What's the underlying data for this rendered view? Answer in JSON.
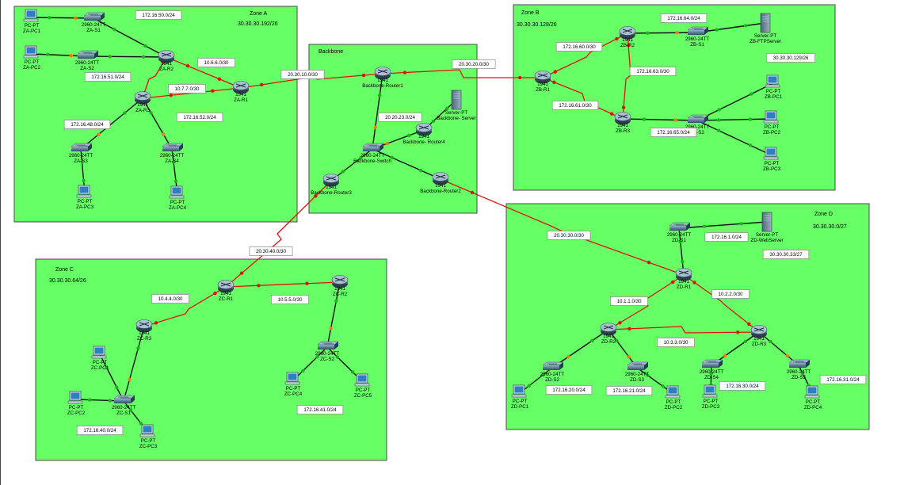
{
  "zones": [
    {
      "id": "zone-a",
      "label": "Zone A",
      "subnet": "30.30.30.192/26"
    },
    {
      "id": "backbone",
      "label": "Backbone",
      "subnet": ""
    },
    {
      "id": "zone-b",
      "label": "Zone B",
      "subnet": "30.30.30.128/26"
    },
    {
      "id": "zone-c",
      "label": "Zone C",
      "subnet": "30.30.30.64/26"
    },
    {
      "id": "zone-d",
      "label": "Zone D",
      "subnet": "30.30.30.0/27"
    }
  ],
  "devices": [
    {
      "id": "za-pc1",
      "type": "pc",
      "model": "PC-PT",
      "name": "ZA-PC1"
    },
    {
      "id": "za-s1",
      "type": "switch",
      "model": "2960-24TT",
      "name": "ZA-S1"
    },
    {
      "id": "za-pc2",
      "type": "pc",
      "model": "PC-PT",
      "name": "ZA-PC2"
    },
    {
      "id": "za-s2",
      "type": "switch",
      "model": "2960-24TT",
      "name": "ZA-S2"
    },
    {
      "id": "za-r2",
      "type": "router",
      "model": "1941",
      "name": "ZA-R2"
    },
    {
      "id": "za-r1",
      "type": "router",
      "model": "1941",
      "name": "ZA-R1"
    },
    {
      "id": "za-r3",
      "type": "router",
      "model": "1941",
      "name": "ZA-R3"
    },
    {
      "id": "za-s3",
      "type": "switch",
      "model": "2960-24TT",
      "name": "ZA-S3"
    },
    {
      "id": "za-s4",
      "type": "switch",
      "model": "2960-24TT",
      "name": "ZA-S4"
    },
    {
      "id": "za-pc3",
      "type": "pc",
      "model": "PC-PT",
      "name": "ZA-PC3"
    },
    {
      "id": "za-pc4",
      "type": "pc",
      "model": "PC-PT",
      "name": "ZA-PC4"
    },
    {
      "id": "bb-r1",
      "type": "router",
      "model": "1941",
      "name": "Backbone-Router1"
    },
    {
      "id": "bb-server",
      "type": "server",
      "model": "Server-PT",
      "name": "Backbone- Server"
    },
    {
      "id": "bb-r4",
      "type": "router",
      "model": "1941",
      "name": "Backbone- Router4"
    },
    {
      "id": "bb-switch",
      "type": "switch",
      "model": "2960-24TT",
      "name": "Backbone-Switch"
    },
    {
      "id": "bb-r3",
      "type": "router",
      "model": "1941",
      "name": "Backbone-Router3"
    },
    {
      "id": "bb-r2",
      "type": "router",
      "model": "1941",
      "name": "Backbone-Router2"
    },
    {
      "id": "zb-r2",
      "type": "router",
      "model": "1941",
      "name": "ZB-R2"
    },
    {
      "id": "zb-s1",
      "type": "switch",
      "model": "2960-24TT",
      "name": "ZB-S1"
    },
    {
      "id": "zb-server",
      "type": "server",
      "model": "Server-PT",
      "name": "ZB-FTPServer"
    },
    {
      "id": "zb-r1",
      "type": "router",
      "model": "1941",
      "name": "ZB-R1"
    },
    {
      "id": "zb-r3",
      "type": "router",
      "model": "1941",
      "name": "ZB-R3"
    },
    {
      "id": "zb-s2",
      "type": "switch",
      "model": "2960-24TT",
      "name": "ZB-S2"
    },
    {
      "id": "zb-pc1",
      "type": "pc",
      "model": "PC-PT",
      "name": "ZB-PC1"
    },
    {
      "id": "zb-pc2",
      "type": "pc",
      "model": "PC-PT",
      "name": "ZB-PC2"
    },
    {
      "id": "zb-pc3",
      "type": "pc",
      "model": "PC-PT",
      "name": "ZB-PC3"
    },
    {
      "id": "zc-r1",
      "type": "router",
      "model": "1941",
      "name": "ZC-R1"
    },
    {
      "id": "zc-r2",
      "type": "router",
      "model": "1941",
      "name": "ZC-R2"
    },
    {
      "id": "zc-r3",
      "type": "router",
      "model": "1941",
      "name": "ZC-R3"
    },
    {
      "id": "zc-s2",
      "type": "switch",
      "model": "2960-24TT",
      "name": "ZC-S2"
    },
    {
      "id": "zc-pc1",
      "type": "pc",
      "model": "PC-PT",
      "name": "ZC-PC1"
    },
    {
      "id": "zc-pc2",
      "type": "pc",
      "model": "PC-PT",
      "name": "ZC-PC2"
    },
    {
      "id": "zc-s1",
      "type": "switch",
      "model": "2960-24TT",
      "name": "ZC-S1"
    },
    {
      "id": "zc-pc3",
      "type": "pc",
      "model": "PC-PT",
      "name": "ZC-PC3"
    },
    {
      "id": "zc-pc4",
      "type": "pc",
      "model": "PC-PT",
      "name": "ZC-PC4"
    },
    {
      "id": "zc-pc5",
      "type": "pc",
      "model": "PC-PT",
      "name": "ZC-PC5"
    },
    {
      "id": "zd-s1",
      "type": "switch",
      "model": "2960-24TT",
      "name": "ZD-S1"
    },
    {
      "id": "zd-server",
      "type": "server",
      "model": "Server-PT",
      "name": "ZD-WebServer"
    },
    {
      "id": "zd-r1",
      "type": "router",
      "model": "1941",
      "name": "ZD-R1"
    },
    {
      "id": "zd-r2",
      "type": "router",
      "model": "1941",
      "name": "ZD-R2"
    },
    {
      "id": "zd-r3",
      "type": "router",
      "model": "1941",
      "name": "ZD-R3"
    },
    {
      "id": "zd-s2",
      "type": "switch",
      "model": "2960-24TT",
      "name": "ZD-S2"
    },
    {
      "id": "zd-s3",
      "type": "switch",
      "model": "2960-24TT",
      "name": "ZD-S3"
    },
    {
      "id": "zd-s4",
      "type": "switch",
      "model": "2960-24TT",
      "name": "ZD-S4"
    },
    {
      "id": "zd-s5",
      "type": "switch",
      "model": "2960-24TT",
      "name": "ZD-S5"
    },
    {
      "id": "zd-pc1",
      "type": "pc",
      "model": "PC-PT",
      "name": "ZD-PC1"
    },
    {
      "id": "zd-pc2",
      "type": "pc",
      "model": "PC-PT",
      "name": "ZD-PC2"
    },
    {
      "id": "zd-pc3",
      "type": "pc",
      "model": "PC-PT",
      "name": "ZD-PC3"
    },
    {
      "id": "zd-pc4",
      "type": "pc",
      "model": "PC-PT",
      "name": "ZD-PC4"
    }
  ],
  "links": [
    {
      "from": "za-pc1",
      "to": "za-s1",
      "type": "ethernet"
    },
    {
      "from": "za-s1",
      "to": "za-r2",
      "type": "ethernet"
    },
    {
      "from": "za-pc2",
      "to": "za-s2",
      "type": "ethernet"
    },
    {
      "from": "za-s2",
      "to": "za-r2",
      "type": "ethernet"
    },
    {
      "from": "za-r2",
      "to": "za-r1",
      "type": "serial"
    },
    {
      "from": "za-r2",
      "to": "za-r3",
      "type": "serial"
    },
    {
      "from": "za-r3",
      "to": "za-r1",
      "type": "serial"
    },
    {
      "from": "za-r3",
      "to": "za-s3",
      "type": "ethernet"
    },
    {
      "from": "za-r3",
      "to": "za-s4",
      "type": "ethernet"
    },
    {
      "from": "za-s3",
      "to": "za-pc3",
      "type": "ethernet"
    },
    {
      "from": "za-s4",
      "to": "za-pc4",
      "type": "ethernet"
    },
    {
      "from": "za-r1",
      "to": "bb-r1",
      "type": "serial"
    },
    {
      "from": "bb-r1",
      "to": "zb-r1",
      "type": "serial"
    },
    {
      "from": "bb-r1",
      "to": "bb-switch",
      "type": "ethernet"
    },
    {
      "from": "bb-server",
      "to": "bb-r4",
      "type": "ethernet"
    },
    {
      "from": "bb-r4",
      "to": "bb-switch",
      "type": "ethernet"
    },
    {
      "from": "bb-switch",
      "to": "bb-r3",
      "type": "ethernet"
    },
    {
      "from": "bb-switch",
      "to": "bb-r2",
      "type": "ethernet"
    },
    {
      "from": "bb-r3",
      "to": "zc-r1",
      "type": "serial"
    },
    {
      "from": "bb-r2",
      "to": "zd-r1",
      "type": "serial"
    },
    {
      "from": "zb-r1",
      "to": "zb-r2",
      "type": "serial"
    },
    {
      "from": "zb-r1",
      "to": "zb-r3",
      "type": "serial"
    },
    {
      "from": "zb-r2",
      "to": "zb-r3",
      "type": "serial"
    },
    {
      "from": "zb-r2",
      "to": "zb-s1",
      "type": "ethernet"
    },
    {
      "from": "zb-s1",
      "to": "zb-server",
      "type": "ethernet"
    },
    {
      "from": "zb-r3",
      "to": "zb-s2",
      "type": "ethernet"
    },
    {
      "from": "zb-s2",
      "to": "zb-pc1",
      "type": "ethernet"
    },
    {
      "from": "zb-s2",
      "to": "zb-pc2",
      "type": "ethernet"
    },
    {
      "from": "zb-s2",
      "to": "zb-pc3",
      "type": "ethernet"
    },
    {
      "from": "zc-r1",
      "to": "zc-r2",
      "type": "serial"
    },
    {
      "from": "zc-r1",
      "to": "zc-r3",
      "type": "serial"
    },
    {
      "from": "zc-r2",
      "to": "zc-s2",
      "type": "ethernet"
    },
    {
      "from": "zc-s2",
      "to": "zc-pc4",
      "type": "ethernet"
    },
    {
      "from": "zc-s2",
      "to": "zc-pc5",
      "type": "ethernet"
    },
    {
      "from": "zc-r3",
      "to": "zc-s1",
      "type": "ethernet"
    },
    {
      "from": "zc-s1",
      "to": "zc-pc1",
      "type": "ethernet"
    },
    {
      "from": "zc-s1",
      "to": "zc-pc2",
      "type": "ethernet"
    },
    {
      "from": "zc-s1",
      "to": "zc-pc3",
      "type": "ethernet"
    },
    {
      "from": "zd-s1",
      "to": "zd-server",
      "type": "ethernet"
    },
    {
      "from": "zd-s1",
      "to": "zd-r1",
      "type": "ethernet"
    },
    {
      "from": "zd-r1",
      "to": "zd-r2",
      "type": "serial"
    },
    {
      "from": "zd-r1",
      "to": "zd-r3",
      "type": "serial"
    },
    {
      "from": "zd-r2",
      "to": "zd-r3",
      "type": "serial"
    },
    {
      "from": "zd-r2",
      "to": "zd-s2",
      "type": "ethernet"
    },
    {
      "from": "zd-r2",
      "to": "zd-s3",
      "type": "ethernet"
    },
    {
      "from": "zd-r3",
      "to": "zd-s4",
      "type": "ethernet"
    },
    {
      "from": "zd-r3",
      "to": "zd-s5",
      "type": "ethernet"
    },
    {
      "from": "zd-s2",
      "to": "zd-pc1",
      "type": "ethernet"
    },
    {
      "from": "zd-s3",
      "to": "zd-pc2",
      "type": "ethernet"
    },
    {
      "from": "zd-s4",
      "to": "zd-pc3",
      "type": "ethernet"
    },
    {
      "from": "zd-s5",
      "to": "zd-pc4",
      "type": "ethernet"
    }
  ],
  "network_labels": [
    "172.16.50.0/24",
    "172.16.51.0/24",
    "10.6.6.0/30",
    "10.7.7.0/30",
    "172.16.48.0/24",
    "172.16.52.0/24",
    "20.30.10.0/30",
    "20.20.23.0/24",
    "20.30.20.0/30",
    "172.16.64.0/24",
    "172.16.60.0/30",
    "30.30.30.129/26",
    "172.16.63.0/30",
    "172.16.61.0/30",
    "172.16.65.0/24",
    "20.30.30.0/30",
    "172.16.1.0/24",
    "30.30.30.33/27",
    "20.30.40.0/30",
    "10.4.4.0/30",
    "10.5.5.0/30",
    "172.16.41.0/24",
    "172.16.40.0/24",
    "10.1.1.0/30",
    "10.2.2.0/30",
    "10.3.3.0/30",
    "172.16.20.0/24",
    "172.16.21.0/24",
    "172.16.30.0/24",
    "172.16.31.0/24"
  ],
  "colors": {
    "zone_fill": "#66ff66",
    "ethernet_link": "#111111",
    "serial_link": "#e01010",
    "port_up": "#19b519",
    "port_pending": "#ff7a00"
  }
}
